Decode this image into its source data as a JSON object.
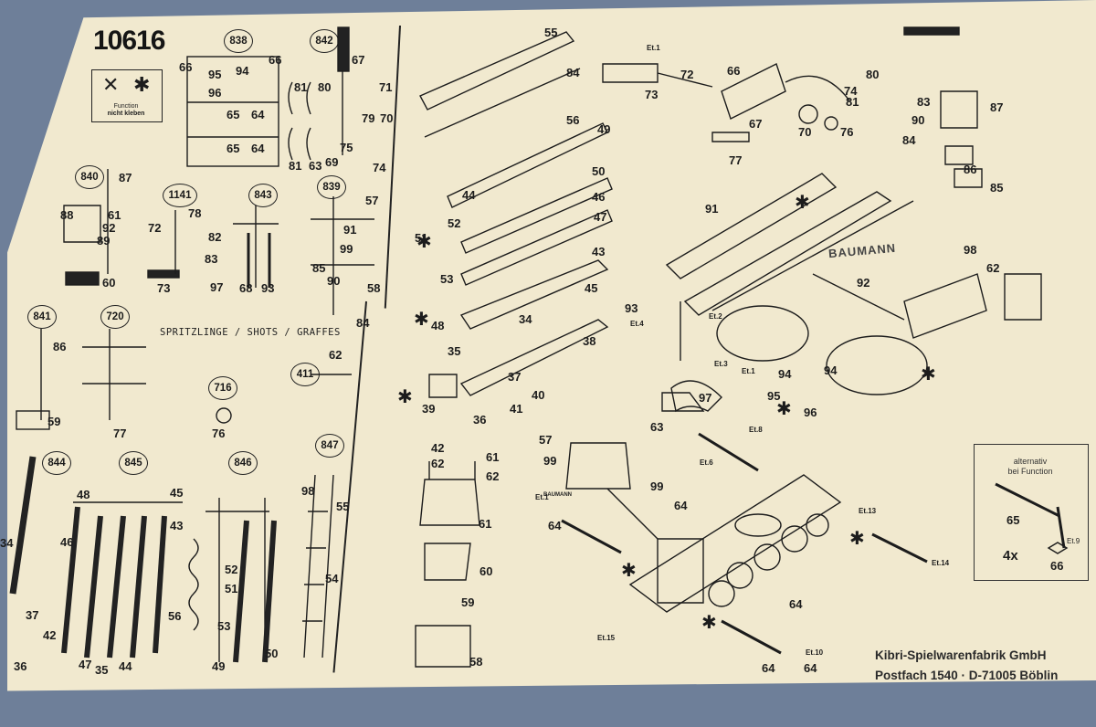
{
  "sheet": {
    "kit_number": "10616",
    "shots_title": "SPRITZLINGE / SHOTS / GRAFFES",
    "glue_note": {
      "line1": "Function",
      "line2": "nicht kleben"
    },
    "footer": {
      "line1": "Kibri-Spielwarenfabrik GmbH",
      "line2": "Postfach 1540 · D-71005 Böblin"
    },
    "alt_box": {
      "title": "alternativ\nbei Function",
      "qty": "4x",
      "part_a": "65",
      "part_b": "66",
      "part_c": "Et.9"
    },
    "brand_large": "BAUMANN",
    "brand_small": "BAUMANN"
  },
  "sprue_badges": [
    {
      "id": "838"
    },
    {
      "id": "842"
    },
    {
      "id": "840"
    },
    {
      "id": "1141"
    },
    {
      "id": "843"
    },
    {
      "id": "839"
    },
    {
      "id": "841"
    },
    {
      "id": "720"
    },
    {
      "id": "716"
    },
    {
      "id": "411"
    },
    {
      "id": "844"
    },
    {
      "id": "845"
    },
    {
      "id": "846"
    },
    {
      "id": "847"
    }
  ],
  "part_labels": [
    "66",
    "95",
    "94",
    "66",
    "96",
    "65",
    "64",
    "65",
    "64",
    "67",
    "81",
    "80",
    "71",
    "79",
    "70",
    "81",
    "63",
    "69",
    "75",
    "74",
    "87",
    "88",
    "61",
    "92",
    "89",
    "60",
    "78",
    "72",
    "82",
    "83",
    "73",
    "97",
    "68",
    "93",
    "57",
    "91",
    "99",
    "85",
    "90",
    "58",
    "84",
    "86",
    "59",
    "77",
    "76",
    "62",
    "34",
    "37",
    "42",
    "36",
    "48",
    "45",
    "46",
    "43",
    "47",
    "35",
    "44",
    "52",
    "51",
    "56",
    "53",
    "49",
    "50",
    "98",
    "55",
    "54",
    "55",
    "84",
    "56",
    "49",
    "50",
    "46",
    "47",
    "43",
    "44",
    "52",
    "51",
    "53",
    "48",
    "45",
    "34",
    "38",
    "35",
    "37",
    "40",
    "39",
    "36",
    "41",
    "42",
    "62",
    "61",
    "62",
    "61",
    "60",
    "59",
    "58",
    "57",
    "99",
    "99",
    "Et.1",
    "Et.1",
    "73",
    "72",
    "66",
    "67",
    "70",
    "76",
    "77",
    "74",
    "81",
    "80",
    "83",
    "87",
    "86",
    "85",
    "84",
    "90",
    "91",
    "98",
    "62",
    "92",
    "93",
    "Et.4",
    "Et.2",
    "Et.3",
    "Et.1",
    "94",
    "95",
    "96",
    "94",
    "97",
    "63",
    "Et.8",
    "Et.6",
    "64",
    "64",
    "Et.13",
    "Et.14",
    "64",
    "64",
    "Et.15",
    "Et.10",
    "64",
    "(4x)",
    "Et.9"
  ]
}
